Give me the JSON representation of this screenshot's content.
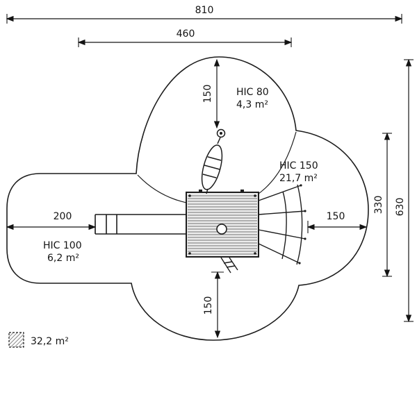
{
  "diagram": {
    "dimensions": {
      "width_total": "810",
      "width_inner": "460",
      "height_total": "630",
      "height_inner": "330",
      "offset_top": "150",
      "offset_right": "150",
      "offset_bottom": "150",
      "offset_left": "200"
    },
    "zones": {
      "hic80": {
        "name": "HIC 80",
        "area": "4,3 m²"
      },
      "hic150": {
        "name": "HIC 150",
        "area": "21,7 m²"
      },
      "hic100": {
        "name": "HIC 100",
        "area": "6,2 m²"
      }
    },
    "legend": {
      "total_area": "32,2 m²"
    },
    "colors": {
      "line": "#1c1c1c",
      "deck_fill": "#ececec"
    }
  }
}
